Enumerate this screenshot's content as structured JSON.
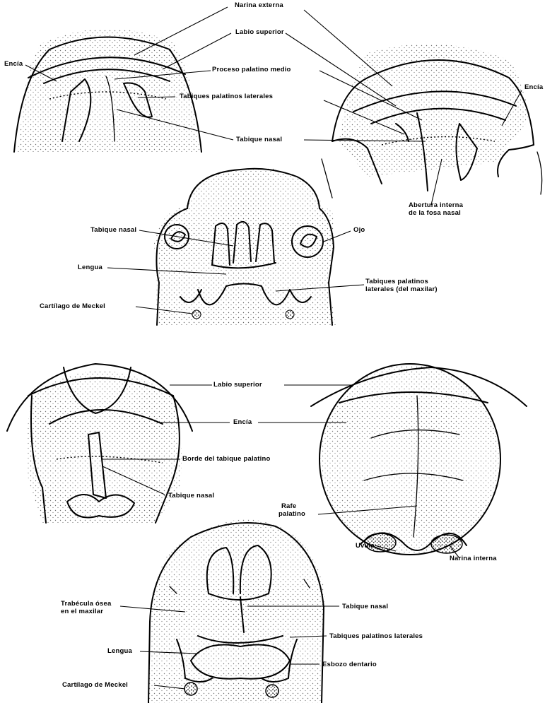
{
  "figure_labels": {
    "panel_top_left_right": {
      "narina_externa": "Narina externa",
      "labio_superior": "Labio superior",
      "encia_left": "Encía",
      "proceso_palatino_medio": "Proceso palatino medio",
      "tabiques_palatinos_laterales": "Tabiques palatinos laterales",
      "tabique_nasal": "Tabique nasal",
      "encia_right": "Encía",
      "abertura_interna_line1": "Abertura interna",
      "abertura_interna_line2": "de la fosa nasal"
    },
    "panel_middle_section": {
      "tabique_nasal": "Tabique nasal",
      "ojo": "Ojo",
      "lengua": "Lengua",
      "tabiques_palatinos_line1": "Tabiques palatinos",
      "tabiques_palatinos_line2": "laterales (del maxilar)",
      "cartilago_meckel": "Cartílago de Meckel"
    },
    "panel_bottom_left_right": {
      "labio_superior": "Labio superior",
      "encia": "Encía",
      "borde_tabique_palatino": "Borde del tabique palatino",
      "tabique_nasal": "Tabique nasal",
      "rafe_line1": "Rafe",
      "rafe_line2": "palatino",
      "uvula": "Uvula",
      "narina_interna": "Narina interna"
    },
    "panel_bottom_section": {
      "trabecula_line1": "Trabécula ósea",
      "trabecula_line2": "en el maxilar",
      "tabique_nasal": "Tabique nasal",
      "tabiques_palatinos_laterales": "Tabiques palatinos laterales",
      "lengua": "Lengua",
      "esbozo_dentario": "Esbozo dentario",
      "cartilago_meckel": "Cartílago de Meckel"
    }
  }
}
